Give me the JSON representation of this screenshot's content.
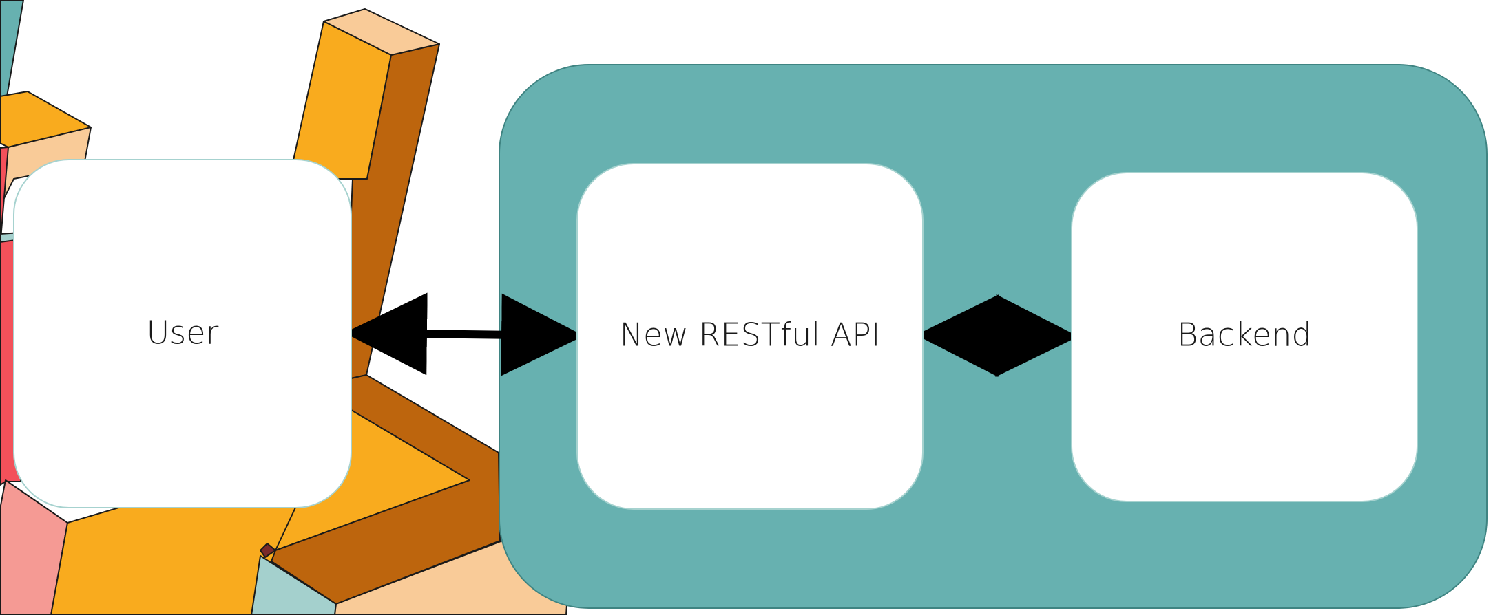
{
  "nodes": {
    "user": {
      "label": "User"
    },
    "api": {
      "label": "New RESTful API"
    },
    "backend": {
      "label": "Backend"
    }
  },
  "connections": [
    {
      "from": "User",
      "to": "New RESTful API",
      "direction": "bidirectional"
    },
    {
      "from": "New RESTful API",
      "to": "Backend",
      "direction": "bidirectional"
    }
  ],
  "colors": {
    "container": "#67b1b0",
    "container_stroke": "#3f8482",
    "node_fill": "#ffffff",
    "node_stroke": "#a6d2cf",
    "arrow": "#000000",
    "block_orange": "#f9ab1e",
    "block_brown": "#bd650d",
    "block_peach": "#f9cb98",
    "block_red": "#f3515a",
    "block_pink": "#f59a94",
    "block_teal_light": "#a4d0cd",
    "block_maroon": "#7a2a2a"
  }
}
